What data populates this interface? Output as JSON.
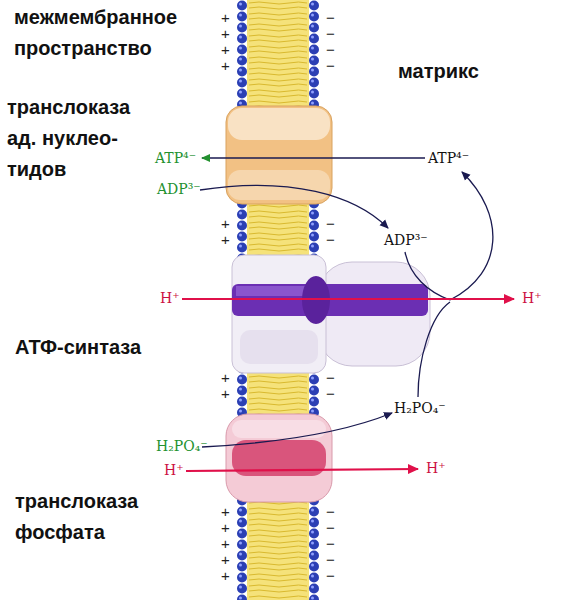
{
  "diagram": {
    "labels": [
      "межмембранное пространство",
      "матрикс",
      "транслоказа ад. нуклео- тидов",
      "ATP⁴⁻",
      "ATP⁴⁻",
      "ADP³⁻",
      "ADP³⁻",
      "H⁺",
      "H⁺",
      "АТФ-синтаза",
      "H₂PO₄⁻",
      "H₂PO₄⁻",
      "H⁺",
      "H⁺",
      "транслоказа фосфата",
      "+",
      "+",
      "+",
      "+",
      "+",
      "+",
      "+",
      "+",
      "+",
      "+",
      "+",
      "+",
      "+",
      "−",
      "−",
      "−",
      "−",
      "−",
      "−",
      "−",
      "−",
      "−",
      "−",
      "−",
      "−",
      "−"
    ]
  }
}
